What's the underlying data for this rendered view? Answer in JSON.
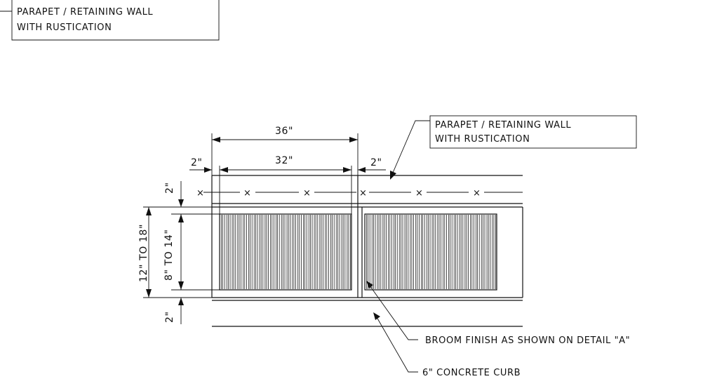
{
  "labels": {
    "top_callout_line1": "PARAPET / RETAINING WALL",
    "top_callout_line2": "WITH RUSTICATION",
    "mid_callout_line1": "PARAPET / RETAINING WALL",
    "mid_callout_line2": "WITH RUSTICATION",
    "broom_finish": "BROOM FINISH AS SHOWN ON DETAIL \"A\"",
    "concrete_curb": "6\" CONCRETE CURB"
  },
  "dimensions": {
    "overall_width": "36\"",
    "panel_width": "32\"",
    "left_gap": "2\"",
    "right_gap": "2\"",
    "top_offset": "2\"",
    "bottom_offset": "2\"",
    "outer_height": "12\" TO 18\"",
    "inner_height": "8\" TO 14\""
  },
  "markers": {
    "cross": "×"
  }
}
